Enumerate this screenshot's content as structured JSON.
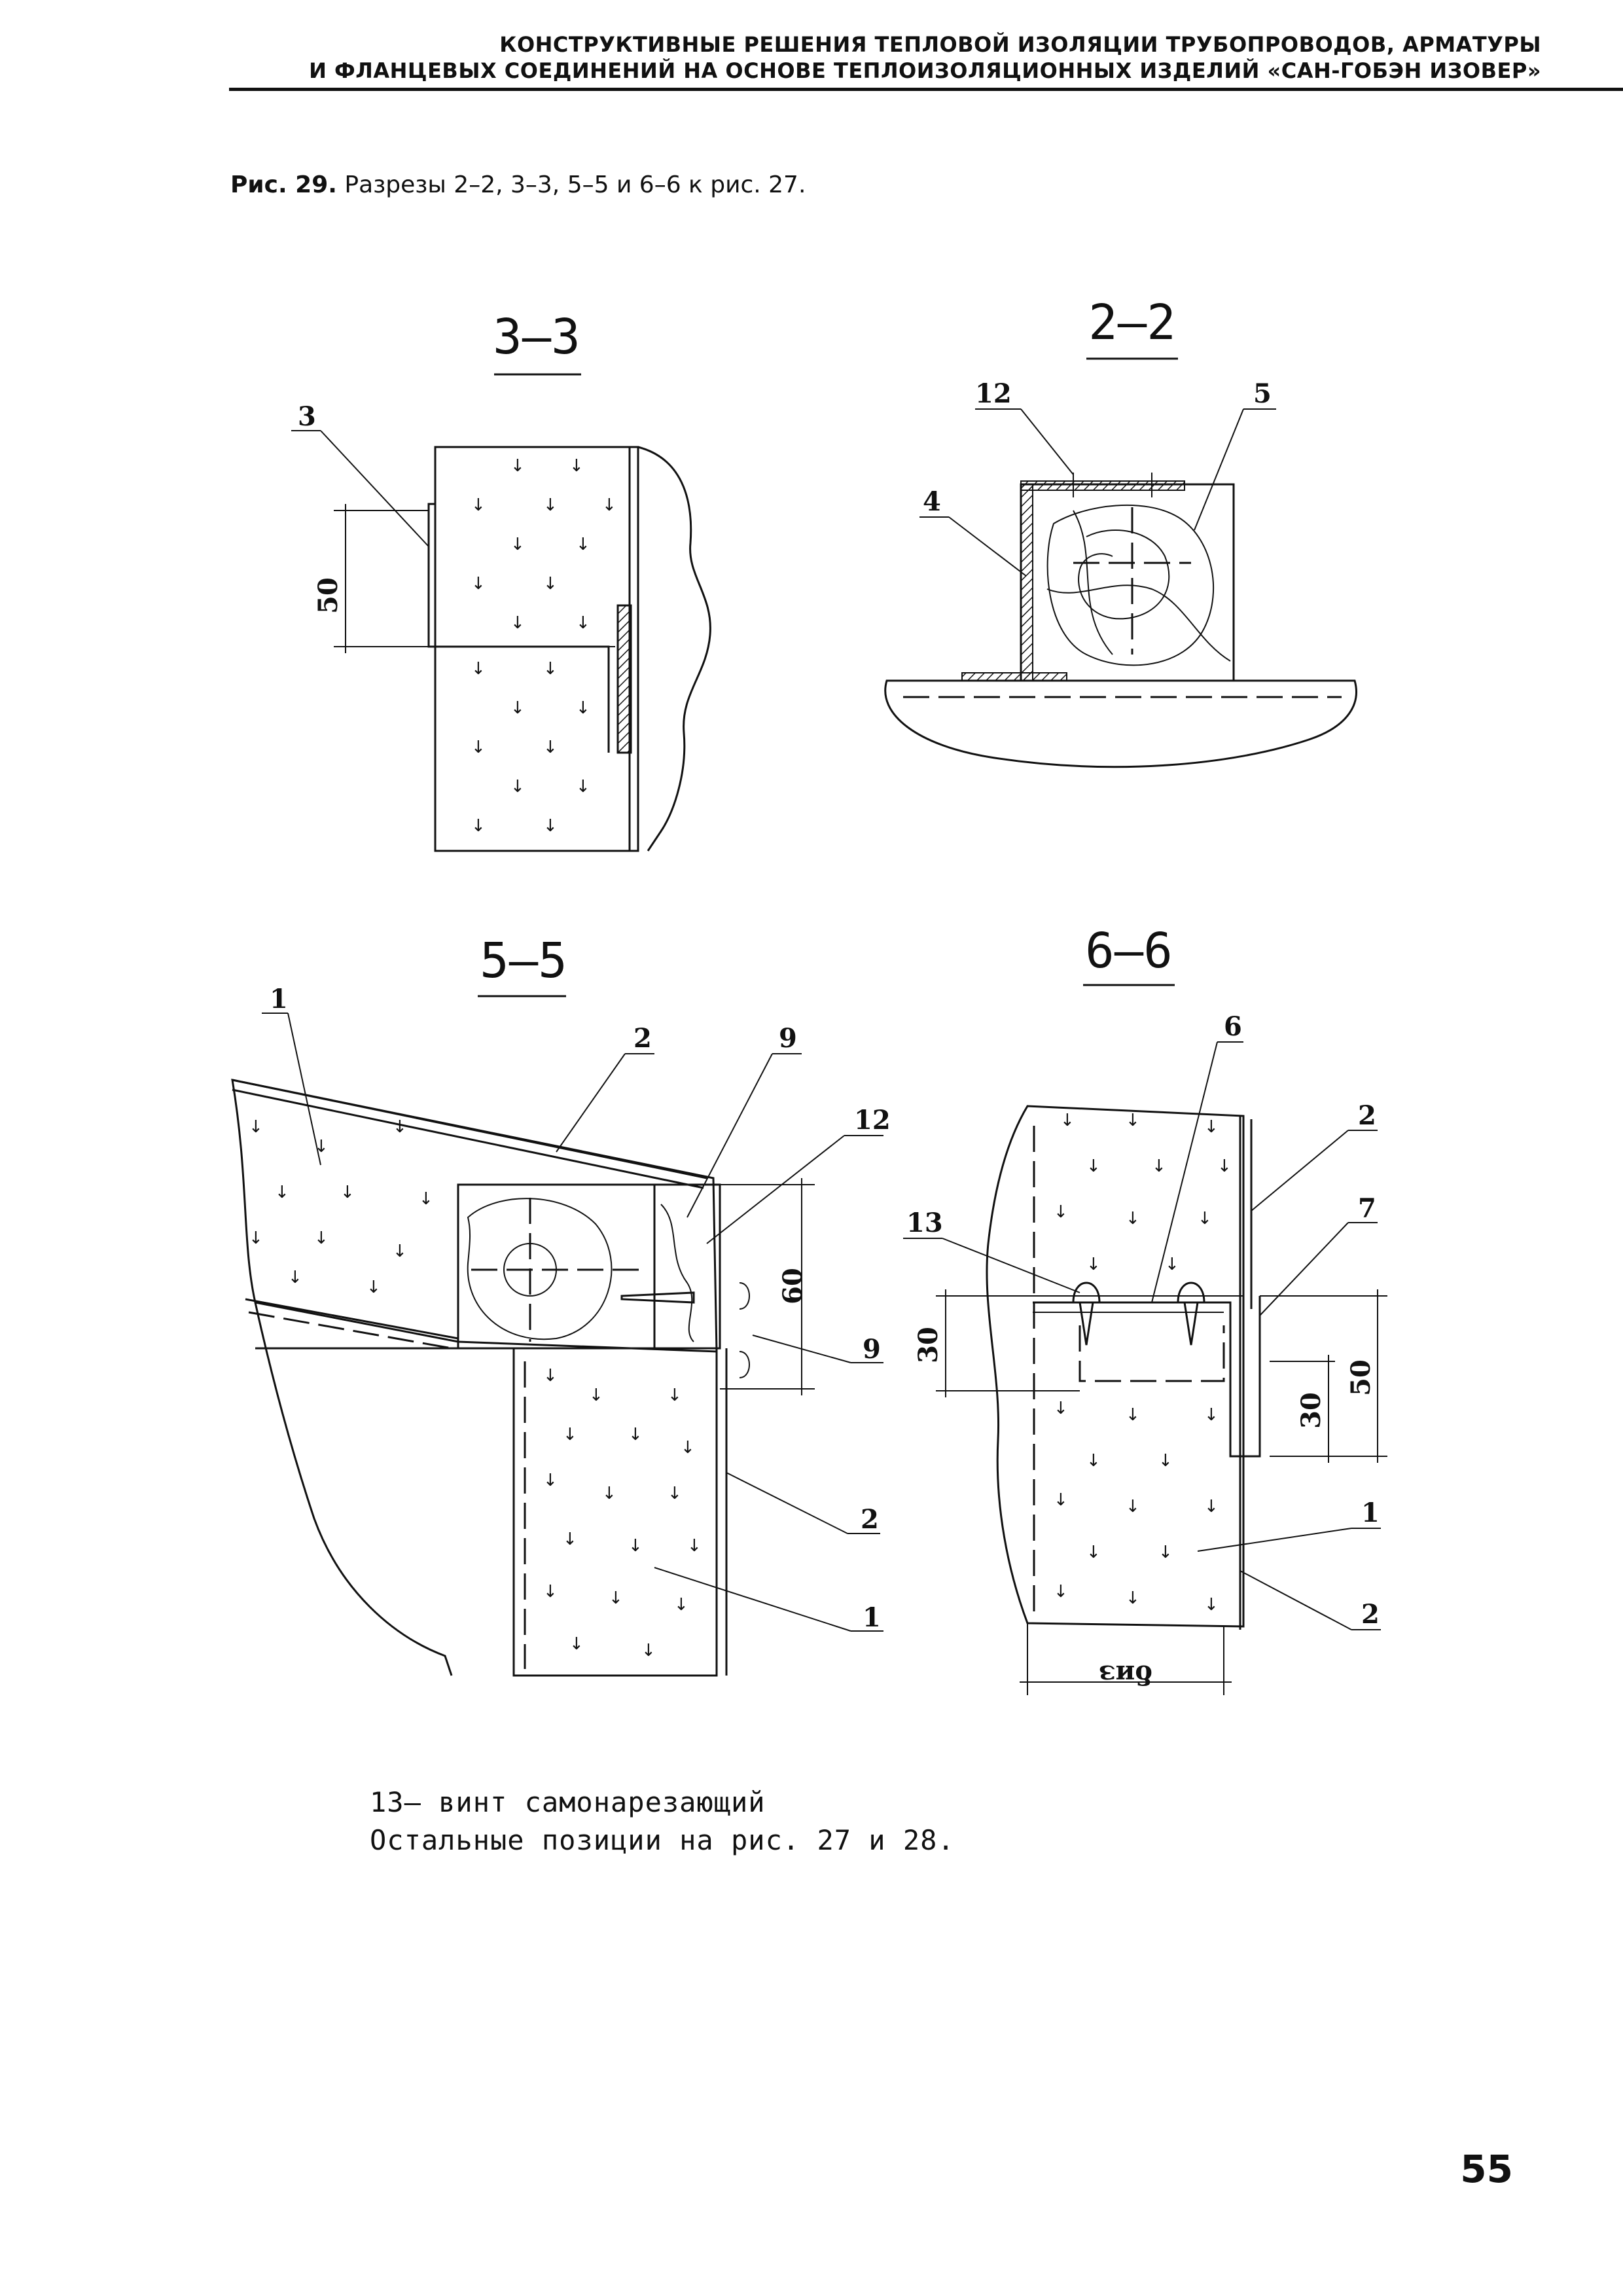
{
  "header": {
    "line1": "КОНСТРУКТИВНЫЕ РЕШЕНИЯ ТЕПЛОВОЙ ИЗОЛЯЦИИ ТРУБОПРОВОДОВ, АРМАТУРЫ",
    "line2": "И ФЛАНЦЕВЫХ СОЕДИНЕНИЙ НА ОСНОВЕ ТЕПЛОИЗОЛЯЦИОННЫХ ИЗДЕЛИЙ «САН-ГОБЭН ИЗОВЕР»"
  },
  "caption": {
    "label": "Рис. 29.",
    "text": " Разрезы 2–2, 3–3, 5–5 и 6–6 к рис. 27."
  },
  "sections": {
    "s33": {
      "title": "3–3",
      "labels": [
        "3"
      ],
      "dims": [
        "50"
      ]
    },
    "s22": {
      "title": "2–2",
      "labels": [
        "12",
        "5",
        "4"
      ]
    },
    "s55": {
      "title": "5–5",
      "labels": [
        "1",
        "2",
        "9",
        "12",
        "9",
        "2",
        "1"
      ],
      "dims": [
        "60"
      ]
    },
    "s66": {
      "title": "6–6",
      "labels": [
        "6",
        "2",
        "7",
        "13",
        "1",
        "2"
      ],
      "dims": [
        "30",
        "30",
        "50",
        "δиз"
      ]
    }
  },
  "notes": {
    "line1": "13– винт самонарезающий",
    "line2": "Остальные позиции на рис. 27 и 28."
  },
  "page_number": "55"
}
